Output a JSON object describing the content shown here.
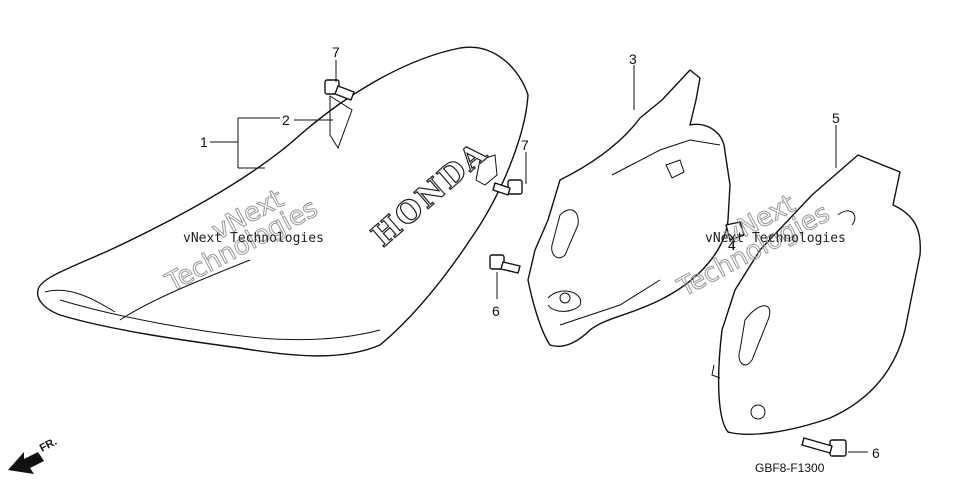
{
  "callouts": {
    "c1": "1",
    "c2": "2",
    "c3": "3",
    "c4": "4",
    "c5": "5",
    "c6a": "6",
    "c6b": "6",
    "c7a": "7",
    "c7b": "7"
  },
  "brand_text": "HONDA",
  "watermark": {
    "line_small": "vNext Technologies",
    "big_top": "vNext",
    "big_bottom": "Technologies"
  },
  "direction_label": "FR.",
  "diagram_code": "GBF8-F1300"
}
